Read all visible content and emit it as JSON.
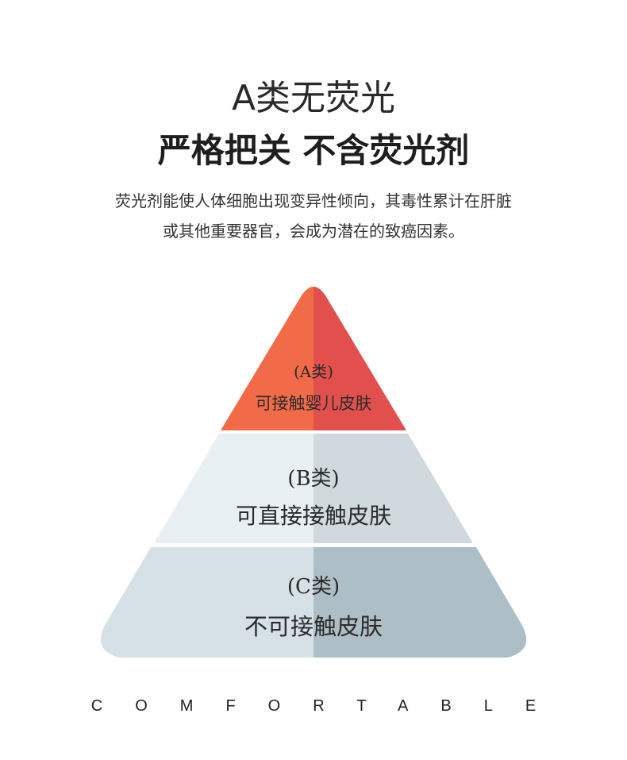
{
  "header": {
    "title": "A类无荧光",
    "subtitle": "严格把关 不含荧光剂"
  },
  "description": {
    "line1": "荧光剂能使人体细胞出现变异性倾向，其毒性累计在肝脏",
    "line2": "或其他重要器官，会成为潜在的致癌因素。"
  },
  "pyramid": {
    "tiers": [
      {
        "class_label": "(A类)",
        "text": "可接触婴儿皮肤",
        "color_left": "#f26b48",
        "color_right": "#e2504e"
      },
      {
        "class_label": "(B类)",
        "text": "可直接接触皮肤",
        "color_left": "#e9f0f3",
        "color_right": "#cfd9de"
      },
      {
        "class_label": "(C类)",
        "text": "不可接触皮肤",
        "color_left": "#d6e1e7",
        "color_right": "#aebec7"
      }
    ]
  },
  "footer": {
    "tagline": "COMFORTABLE"
  }
}
